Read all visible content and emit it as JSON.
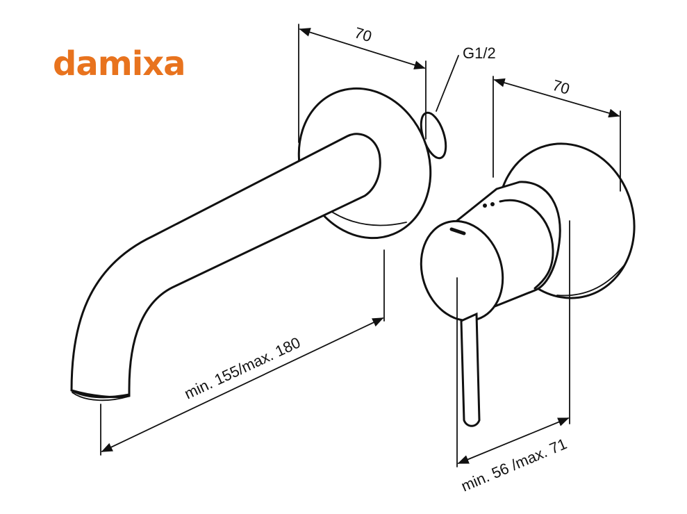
{
  "brand": {
    "name": "damixa",
    "color": "#e8731e"
  },
  "dimensions": {
    "spout_rosette_width": "70",
    "thread": "G1/2",
    "mixer_rosette_width": "70",
    "spout_projection": "min. 155/max. 180",
    "mixer_depth": "min. 56 /max. 71"
  },
  "line_color": "#111111"
}
